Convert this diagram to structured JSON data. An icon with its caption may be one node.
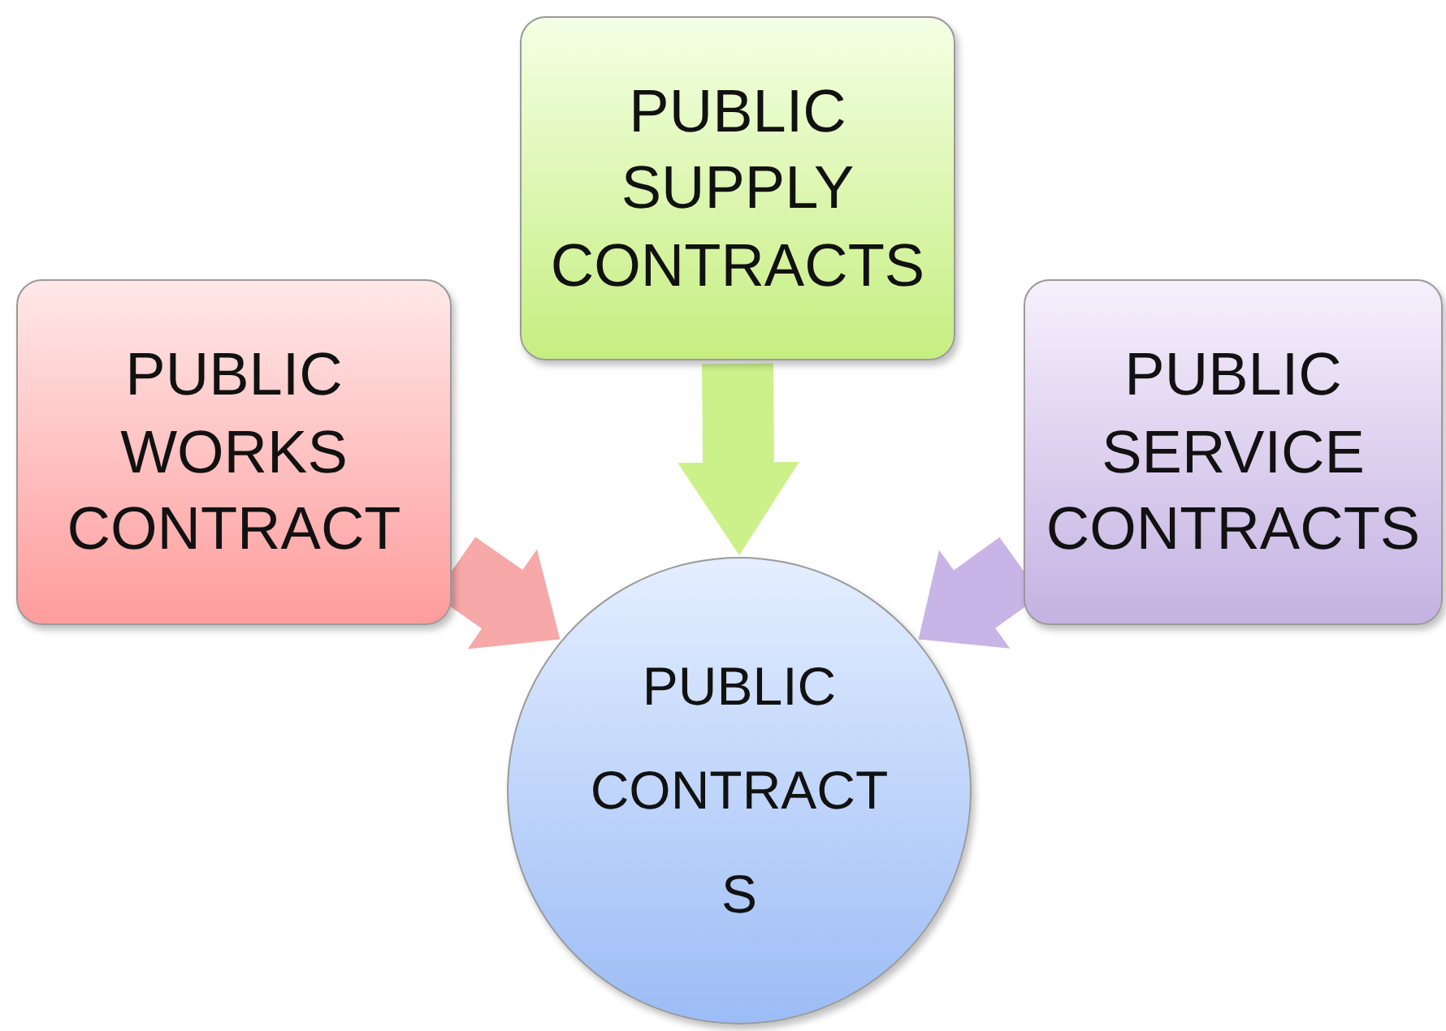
{
  "diagram": {
    "nodes": [
      {
        "text": [
          "PUBLIC SUPPLY CONTRACTS"
        ]
      },
      {
        "text": [
          "PUBLIC WORKS CONTRACT"
        ]
      },
      {
        "text": [
          "PUBLIC SERVICE CONTRACTS"
        ]
      },
      {
        "text": [
          "PUBLIC CONTRACT S"
        ]
      }
    ],
    "edges": [
      {
        "from": 0,
        "to": 3,
        "arrow": "to",
        "style": "thick",
        "color": "#ccf08a"
      },
      {
        "from": 1,
        "to": 3,
        "arrow": "to",
        "style": "thick",
        "color": "#f7a8a8"
      },
      {
        "from": 2,
        "to": 3,
        "arrow": "to",
        "style": "thick",
        "color": "#c8b4e6"
      }
    ]
  }
}
